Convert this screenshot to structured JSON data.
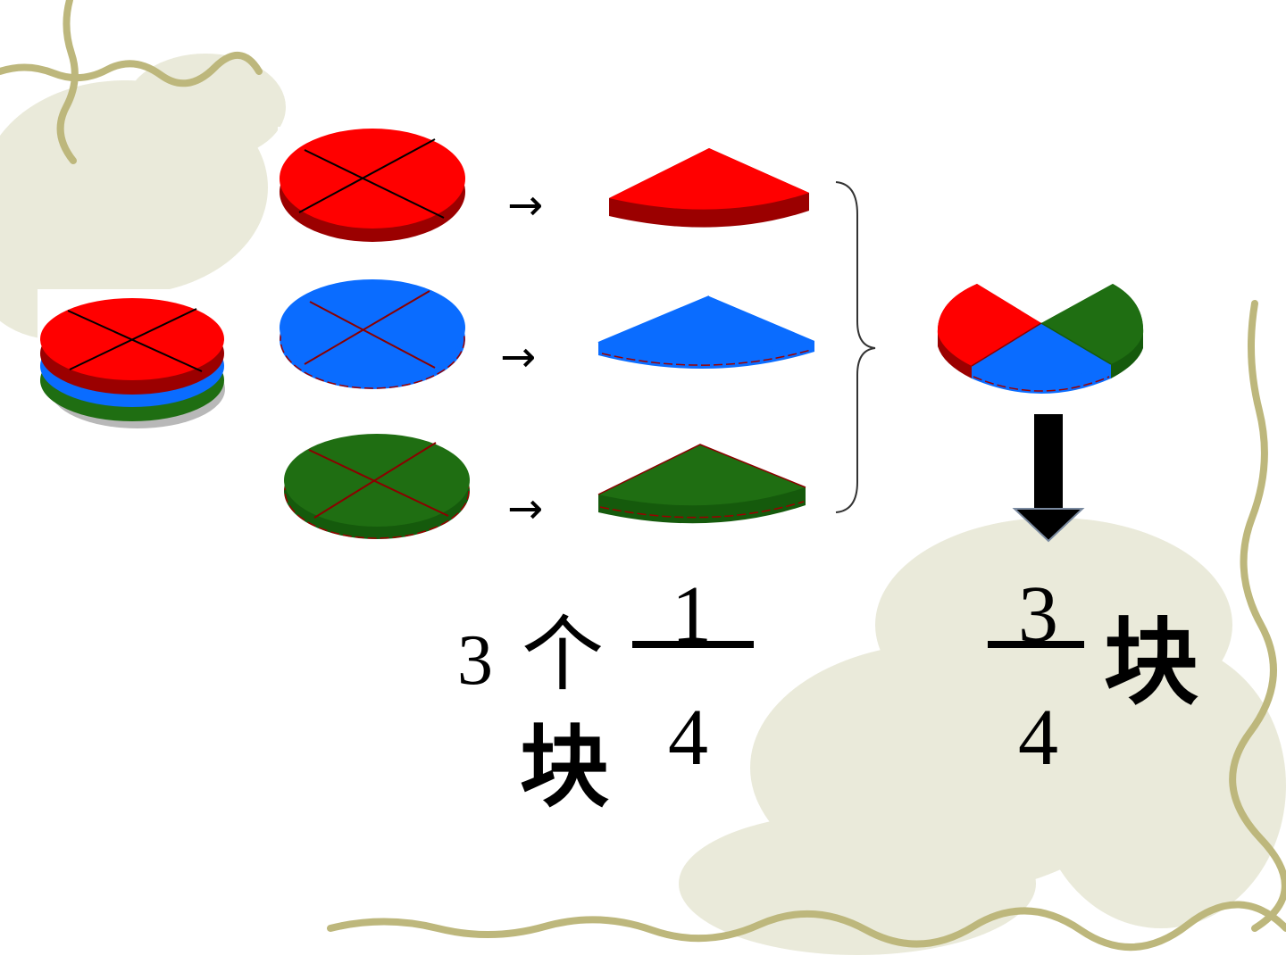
{
  "colors": {
    "red": "#ff0000",
    "red_side": "#9b0000",
    "blue": "#0a6cff",
    "green": "#1f6e12",
    "green_side": "#155a0c",
    "decor_vine": "#b9b47a",
    "decor_leaf": "#e6e6d4"
  },
  "arrows": [
    "→",
    "→",
    "→"
  ],
  "left_expression": {
    "count": "3",
    "measure_word": "个",
    "numerator": "1",
    "denominator": "4",
    "unit": "块"
  },
  "right_expression": {
    "numerator": "3",
    "denominator": "4",
    "unit": "块"
  },
  "icons": [
    "stacked-pie-icon",
    "pie-quartered-icon",
    "pie-slice-icon",
    "right-brace-icon",
    "combined-pie-icon",
    "down-arrow-icon"
  ]
}
